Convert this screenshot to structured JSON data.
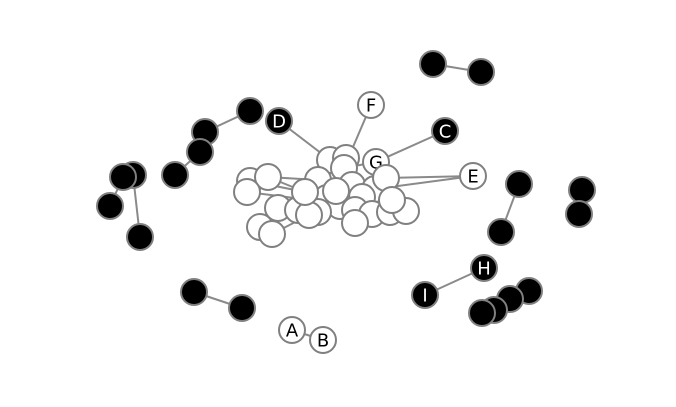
{
  "colors": {
    "background": "#ffffff",
    "edge": "#8a8a8a",
    "node_outline": "#808080",
    "filled_node": "#000000",
    "hollow_node": "#ffffff",
    "label_on_filled": "#ffffff",
    "label_on_hollow": "#000000"
  },
  "labeled_nodes": {
    "A": "A",
    "B": "B",
    "C": "C",
    "D": "D",
    "E": "E",
    "F": "F",
    "G": "G",
    "H": "H",
    "I": "I"
  }
}
